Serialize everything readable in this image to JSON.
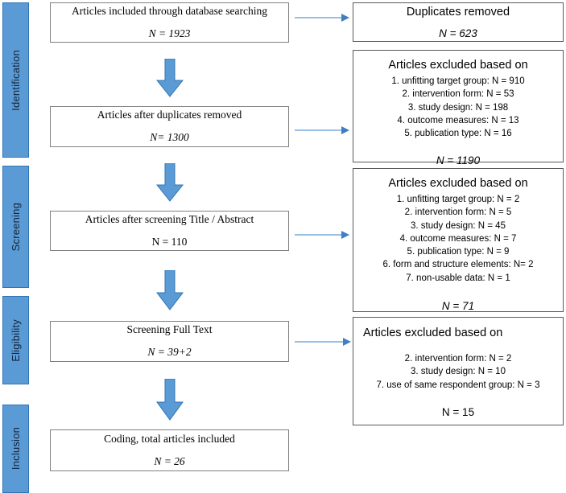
{
  "figure": {
    "type": "prisma-flow-diagram",
    "colors": {
      "stage_bar_fill": "#5b9bd5",
      "stage_bar_border": "#2e75b6",
      "arrow_fill": "#5b9bd5",
      "arrow_border": "#2e75b6",
      "connector": "#5b9bd5",
      "box_border_left": "#808080",
      "box_border_right": "#595959",
      "background": "#ffffff",
      "text": "#000000"
    }
  },
  "stages": [
    {
      "label": "Identification",
      "name": "stage-identification"
    },
    {
      "label": "Screening",
      "name": "stage-screening"
    },
    {
      "label": "Eligibility",
      "name": "stage-eligibility"
    },
    {
      "label": "Inclusion",
      "name": "stage-inclusion"
    }
  ],
  "flow_boxes": [
    {
      "name": "box-database-searching",
      "title": "Articles included through database searching",
      "count": "N = 1923",
      "count_italic": true
    },
    {
      "name": "box-after-duplicates-removed",
      "title": "Articles after duplicates removed",
      "count": "N= 1300",
      "count_italic": true
    },
    {
      "name": "box-after-title-abstract-screening",
      "title": "Articles after screening Title / Abstract",
      "count": "N = 110",
      "count_italic": false
    },
    {
      "name": "box-screening-full-text",
      "title": "Screening Full Text",
      "count": "N = 39+2",
      "count_italic": true
    },
    {
      "name": "box-coding-included",
      "title": "Coding, total articles included",
      "count": "N = 26",
      "count_italic": true
    }
  ],
  "exclusion_boxes": [
    {
      "name": "excl-duplicates-removed",
      "title": "Duplicates removed",
      "title_align": "center",
      "reasons": [],
      "total": "N = 623",
      "total_italic": true
    },
    {
      "name": "excl-after-duplicates",
      "title": "Articles excluded based on",
      "title_align": "center",
      "reasons": [
        "1. unfitting target group: N = 910",
        "2. intervention form: N = 53",
        "3. study design: N = 198",
        "4. outcome measures: N = 13",
        "5. publication type: N = 16"
      ],
      "total": "N = 1190",
      "total_italic": true
    },
    {
      "name": "excl-after-title-abstract",
      "title": "Articles excluded based on",
      "title_align": "center",
      "reasons": [
        "1. unfitting target group: N = 2",
        "2. intervention form: N = 5",
        "3. study design: N = 45",
        "4. outcome measures: N = 7",
        "5. publication type: N = 9",
        "6. form and structure elements: N= 2",
        "7. non-usable data: N = 1"
      ],
      "total": "N = 71",
      "total_italic": true
    },
    {
      "name": "excl-after-full-text",
      "title": "Articles excluded based on",
      "title_align": "left",
      "reasons": [
        "2. intervention form: N = 2",
        "3. study design: N = 10",
        "7. use of same respondent group: N = 3"
      ],
      "total": "N = 15",
      "total_italic": false
    }
  ]
}
